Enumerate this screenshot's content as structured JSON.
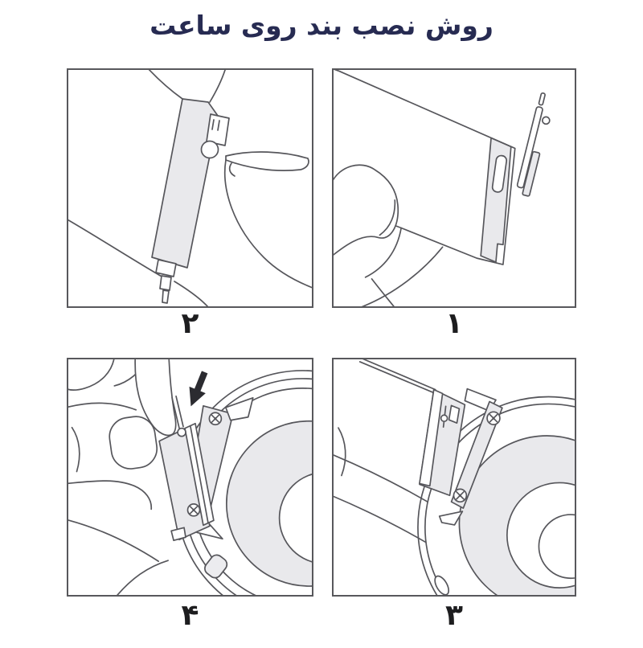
{
  "title": "روش نصب بند روی ساعت",
  "colors": {
    "title_text": "#272b52",
    "line_art": "#56565b",
    "gray_fill": "#e9e9ec",
    "panel_border": "#58585c",
    "step_label": "#1d1d1f",
    "arrow_fill": "#2b2b30",
    "background": "#ffffff"
  },
  "steps": [
    {
      "label": "۱",
      "illustration": "insert-spring-bar-into-band-end"
    },
    {
      "label": "۲",
      "illustration": "push-release-pin-with-fingernail"
    },
    {
      "label": "۳",
      "illustration": "hook-band-into-watch-lug"
    },
    {
      "label": "۴",
      "illustration": "press-spring-bar-to-lock"
    }
  ]
}
